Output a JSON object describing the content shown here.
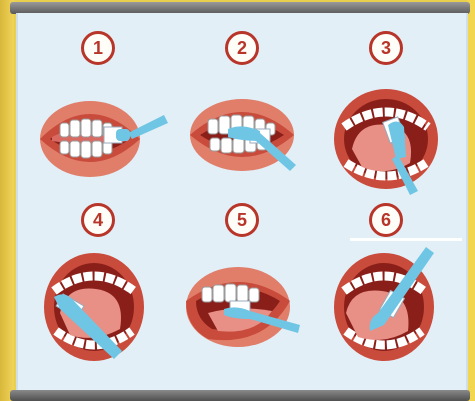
{
  "steps": [
    {
      "number": "1"
    },
    {
      "number": "2"
    },
    {
      "number": "3"
    },
    {
      "number": "4"
    },
    {
      "number": "5"
    },
    {
      "number": "6"
    }
  ],
  "colors": {
    "badge_ring": "#b8352a",
    "lips": "#c94b3b",
    "lips_light": "#e07e6a",
    "mouth_inner": "#8a1f1a",
    "tongue": "#e88f86",
    "teeth": "#ffffff",
    "gums": "#d96a62",
    "toothbrush": "#6fc6e4",
    "panel_bg": "#e3eff7",
    "frame_bg": "#e9cf4e"
  }
}
